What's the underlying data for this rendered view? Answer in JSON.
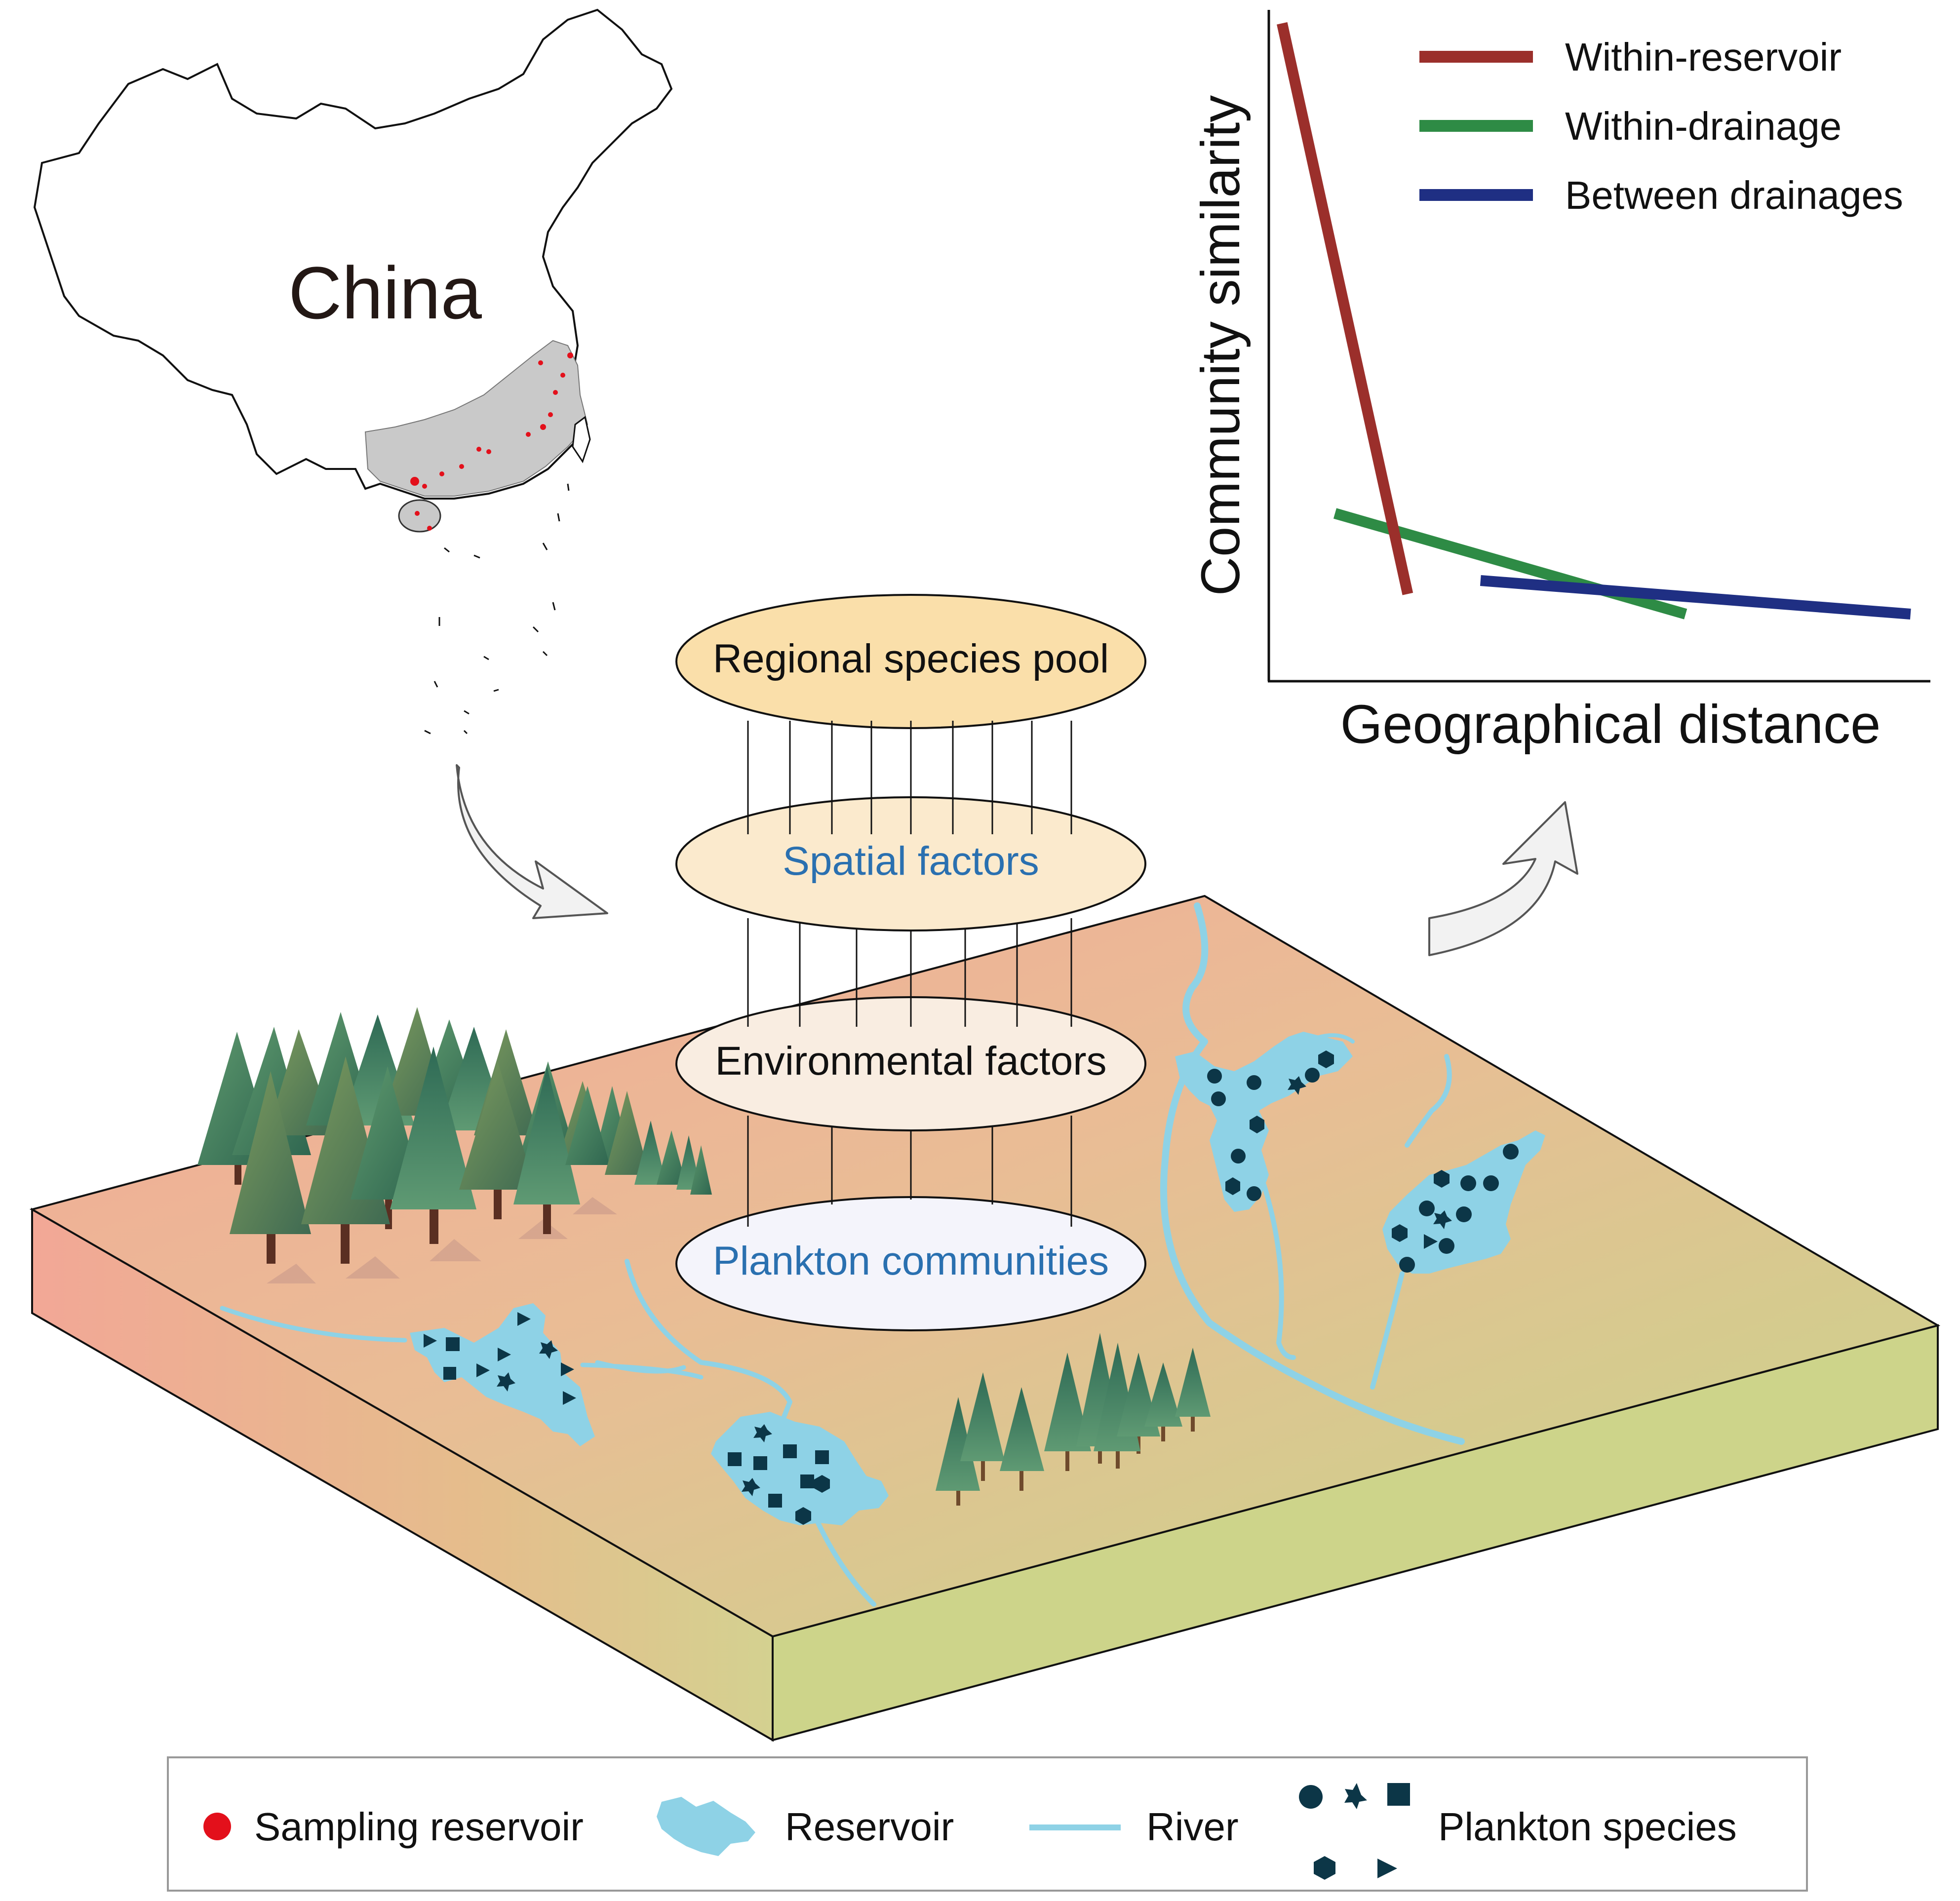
{
  "map": {
    "label": "China"
  },
  "hierarchy": {
    "pool": "Regional species pool",
    "spatial": "Spatial factors",
    "environmental": "Environmental factors",
    "communities": "Plankton communities"
  },
  "chart_data": {
    "type": "line",
    "title": "",
    "xlabel": "Geographical distance",
    "ylabel": "Community similarity",
    "xlim": [
      0,
      100
    ],
    "ylim": [
      0,
      100
    ],
    "legend_position": "top-right",
    "series": [
      {
        "name": "Within-reservoir",
        "color": "#9b2f2b",
        "x": [
          2,
          21
        ],
        "y": [
          98,
          13
        ]
      },
      {
        "name": "Within-drainage",
        "color": "#2e8b45",
        "x": [
          10,
          63
        ],
        "y": [
          25,
          10
        ]
      },
      {
        "name": "Between drainages",
        "color": "#1f2f83",
        "x": [
          32,
          97
        ],
        "y": [
          15,
          10
        ]
      }
    ]
  },
  "legend": {
    "sampling": "Sampling reservoir",
    "reservoir": "Reservoir",
    "river": "River",
    "plankton": "Plankton species"
  },
  "colors": {
    "sampling_dot": "#e3101b",
    "water": "#8ed2e6",
    "plankton": "#0c3647",
    "ellipse_pool": "#fadfaa",
    "ellipse_spatial": "#fbeacd",
    "ellipse_env": "#f9ede1",
    "ellipse_plankton": "#f4f4fb",
    "blue_text": "#2a70b0"
  }
}
